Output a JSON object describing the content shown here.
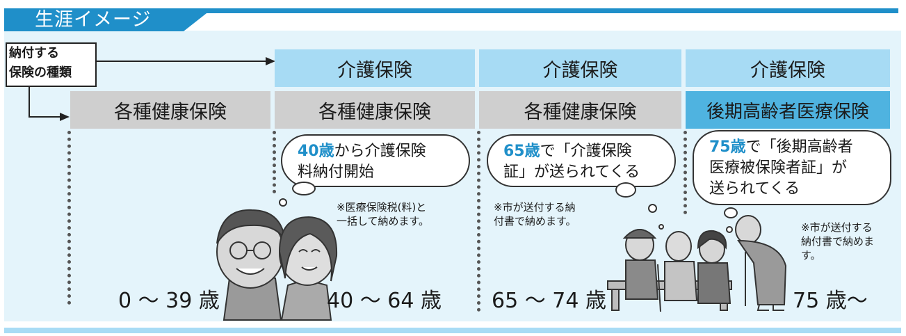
{
  "title": "生涯イメージ",
  "legend": {
    "line1": "納付する",
    "line2": "保険の種類"
  },
  "columns": [
    {
      "kenko_label": "各種健康保険",
      "age_label": "0 ～ 39 歳"
    },
    {
      "kaigo_label": "介護保険",
      "kenko_label": "各種健康保険",
      "age_label": "40 ～ 64 歳",
      "bubble": {
        "highlight": "40歳",
        "line1_rest": "から介護保険",
        "line2": "料納付開始"
      },
      "note": {
        "line1": "※医療保険税(料)と",
        "line2": "一括して納めます。"
      }
    },
    {
      "kaigo_label": "介護保険",
      "kenko_label": "各種健康保険",
      "age_label": "65 ～ 74 歳",
      "bubble": {
        "highlight": "65歳",
        "line1_rest": "で「介護保険",
        "line2": "証」が送られてくる"
      },
      "note": {
        "line1": "※市が送付する納",
        "line2": "付書で納めます。"
      }
    },
    {
      "kaigo_label": "介護保険",
      "koki_label": "後期高齢者医療保険",
      "age_label": "75 歳～",
      "bubble": {
        "highlight": "75歳",
        "line1_rest": "で「後期高齢者",
        "line2": "医療被保険者証」が",
        "line3": "送られてくる"
      },
      "note": {
        "line1": "※市が送付する",
        "line2": "納付書で納めま",
        "line3": "す。"
      }
    }
  ],
  "colors": {
    "accent": "#1f8fc9",
    "kaigo": "#a7dbf4",
    "kenko": "#cfcfcf",
    "koki": "#4fb3e0",
    "panel": "#e4f4fb"
  },
  "illustrations": [
    "couple-illustration",
    "seniors-bench-illustration",
    "elderly-cane-illustration"
  ]
}
